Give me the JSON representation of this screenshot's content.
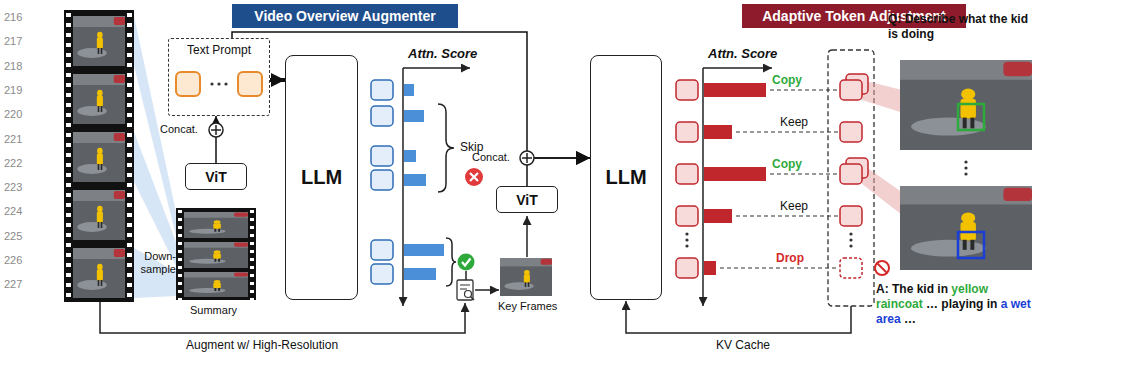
{
  "diagram": {
    "nodes": [
      {
        "text": [
          "Video Overview Augmenter"
        ]
      },
      {
        "text": [
          "Adaptive Token Adjustment"
        ]
      },
      {
        "text": [
          "Text Prompt"
        ]
      },
      {
        "text": [
          "ViT"
        ]
      },
      {
        "text": [
          "LLM"
        ]
      },
      {
        "text": [
          "ViT"
        ]
      },
      {
        "text": [
          "LLM"
        ]
      }
    ],
    "edges": [
      {
        "from": 3,
        "to": 2,
        "arrow": "to"
      },
      {
        "from": 2,
        "to": 4,
        "arrow": "to"
      },
      {
        "from": 2,
        "to": 6,
        "arrow": "to"
      },
      {
        "from": 5,
        "to": 6,
        "arrow": "to"
      }
    ],
    "labels": [
      "216",
      "217",
      "218",
      "219",
      "220",
      "221",
      "222",
      "223",
      "224",
      "225",
      "226",
      "227",
      "Concat.",
      "Down-sample",
      "Summary",
      "Attn. Score",
      "Skip",
      "Concat.",
      "Key Frames",
      "Augment w/ High-Resolution",
      "Attn. Score",
      "Copy",
      "Keep",
      "Copy",
      "Keep",
      "Drop",
      "KV Cache",
      "Q: Describe what the kid is doing",
      "A: The kid in",
      "yellow raincoat",
      "… playing in",
      "a wet area",
      "…"
    ]
  }
}
